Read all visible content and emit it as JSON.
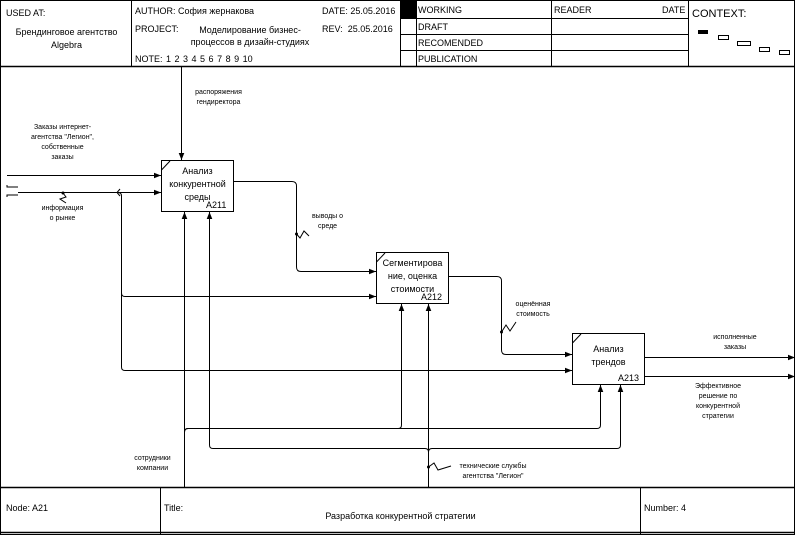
{
  "header": {
    "used_at_label": "USED AT:",
    "used_at_value": "Брендинговое агентство Algebra",
    "author_label": "AUTHOR:",
    "author_value": "София жернакова",
    "project_label": "PROJECT:",
    "project_value_line1": "Моделирование бизнес-",
    "project_value_line2": "процессов в дизайн-студиях",
    "date_label": "DATE:",
    "date_value": "25.05.2016",
    "rev_label": "REV:",
    "rev_value": "25.05.2016",
    "note_label": "NOTE:",
    "note_numbers": "1 2 3 4 5 6 7 8 9 10",
    "status": [
      "WORKING",
      "DRAFT",
      "RECOMENDED",
      "PUBLICATION"
    ],
    "active_status": "WORKING",
    "reader_label": "READER",
    "reader_date_label": "DATE",
    "context_label": "CONTEXT:"
  },
  "activities": [
    {
      "id": "A211",
      "label_lines": [
        "Анализ",
        "конкурентной",
        "среды"
      ]
    },
    {
      "id": "A212",
      "label_lines": [
        "Сегментирова",
        "ние, оценка",
        "стоимости"
      ]
    },
    {
      "id": "A213",
      "label_lines": [
        "Анализ",
        "трендов"
      ]
    }
  ],
  "arrows": {
    "control_directive": [
      "распоряжения",
      "гендиректора"
    ],
    "input_orders": [
      "Заказы интернет-",
      "агентства \"Легион\",",
      "собственные",
      "заказы"
    ],
    "input_market_info": [
      "информация",
      "о рынке"
    ],
    "env_conclusions": [
      "выводы о",
      "среде"
    ],
    "estimated_cost": [
      "оценённая",
      "стоимость"
    ],
    "output_completed_orders": [
      "исполненные",
      "заказы"
    ],
    "output_effective_solution": [
      "Эффективное",
      "решение по",
      "конкурентной",
      "стратегии"
    ],
    "mechanism_staff": [
      "сотрудники",
      "компании"
    ],
    "mechanism_tech": [
      "технические службы",
      "агентства \"Легион\""
    ]
  },
  "footer": {
    "node_label": "Node:",
    "node_value": "A21",
    "title_label": "Title:",
    "title_value": "Разработка конкурентной стратегии",
    "number_label": "Number:",
    "number_value": "4"
  }
}
